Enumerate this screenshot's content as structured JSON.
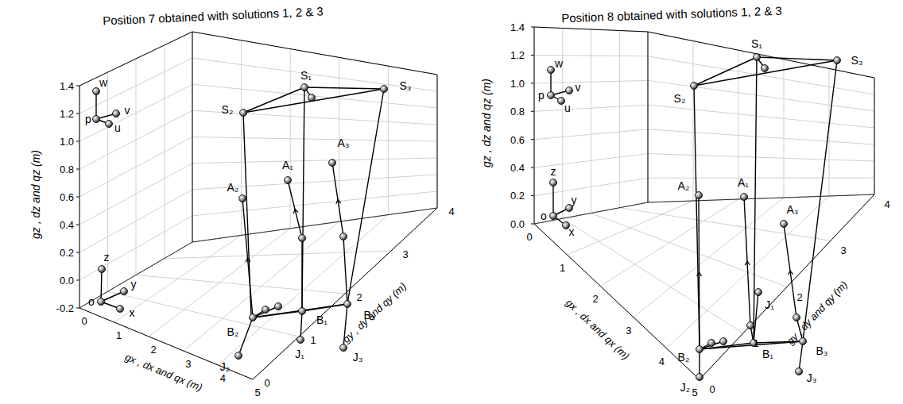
{
  "diagram": {
    "labels": [
      "Position 7 obtained with solutions 1, 2 & 3",
      "1.4",
      "1.2",
      "1.0",
      "0.8",
      "0.6",
      "0.4",
      "0.2",
      "0.0",
      "-0.2",
      "gz , dz and qz (m)",
      "0",
      "1",
      "2",
      "3",
      "4",
      "5",
      "gx , dx and qx (m)",
      "0",
      "1",
      "2",
      "3",
      "4",
      "gy , dy and qy (m)",
      "w",
      "p",
      "v",
      "u",
      "z",
      "y",
      "o",
      "x",
      "S₁",
      "S₂",
      "S₃",
      "A₁",
      "A₂",
      "A₃",
      "B₁",
      "B₂",
      "B₃",
      "J₁",
      "J₂",
      "J₃",
      "Position 8 obtained with solutions 1, 2 & 3",
      "1.4",
      "1.2",
      "1.0",
      "0.8",
      "0.6",
      "0.4",
      "0.2",
      "0.0",
      "gz , dz and qz (m)",
      "0",
      "1",
      "2",
      "3",
      "4",
      "5",
      "gx , dx and qx (m)",
      "0",
      "1",
      "2",
      "3",
      "4",
      "gy , dy and qy (m)",
      "w",
      "p",
      "v",
      "u",
      "z",
      "y",
      "o",
      "x",
      "S₁",
      "S₂",
      "S₃",
      "A₁",
      "A₂",
      "A₃",
      "B₁",
      "B₂",
      "B₃",
      "J₁",
      "J₂",
      "J₃"
    ]
  }
}
